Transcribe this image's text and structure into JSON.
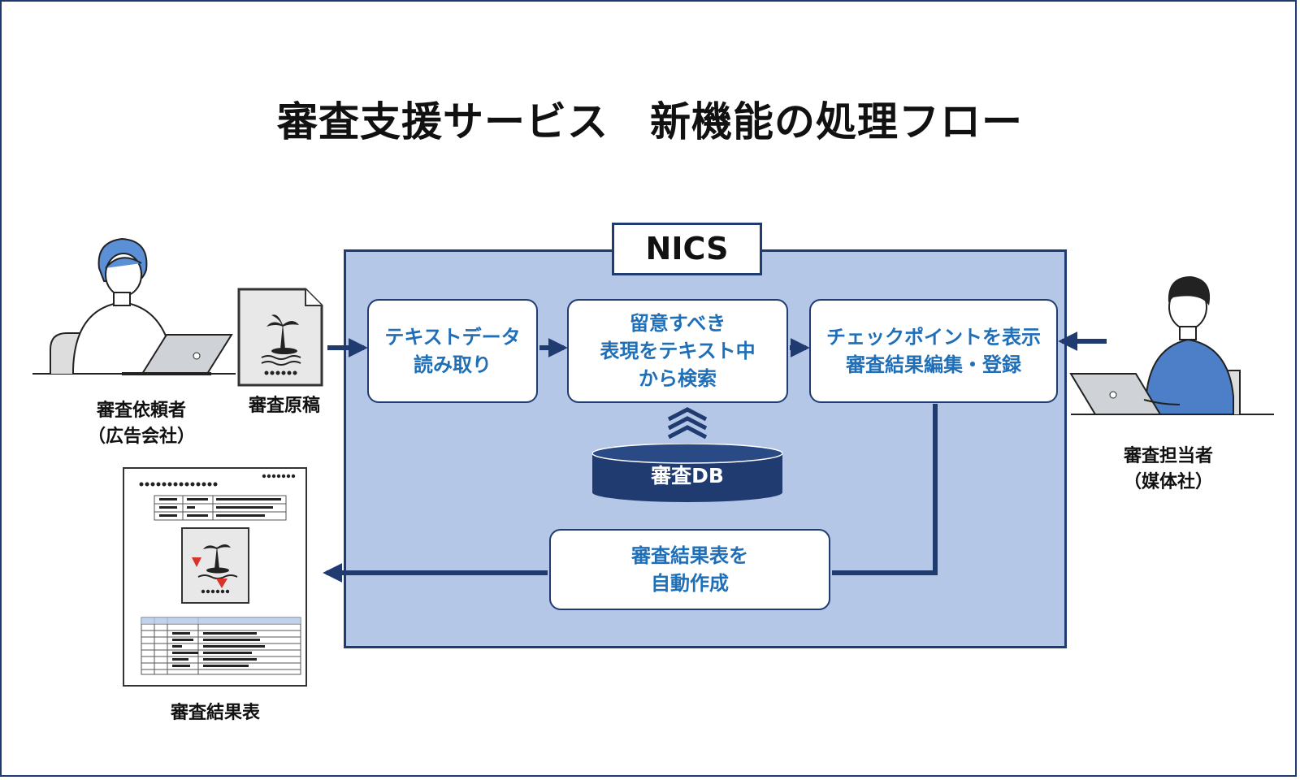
{
  "title": "審査支援サービス　新機能の処理フロー",
  "system": {
    "label": "NICS"
  },
  "steps": [
    {
      "label": "テキストデータ\n読み取り"
    },
    {
      "label": "留意すべき\n表現をテキスト中\nから検索"
    },
    {
      "label": "チェックポイントを表示\n審査結果編集・登録"
    },
    {
      "label": "審査結果表を\n自動作成"
    }
  ],
  "database": {
    "label": "審査DB"
  },
  "actors": {
    "requester": {
      "label": "審査依頼者\n（広告会社）"
    },
    "reviewer": {
      "label": "審査担当者\n（媒体社）"
    }
  },
  "documents": {
    "manuscript": {
      "label": "審査原稿"
    },
    "result_table": {
      "label": "審査結果表"
    }
  },
  "colors": {
    "panel": "#b4c7e7",
    "border": "#1f3b70",
    "step_text": "#1f6fb8",
    "db_fill": "#1f3b70",
    "arrow": "#1f3b70"
  }
}
